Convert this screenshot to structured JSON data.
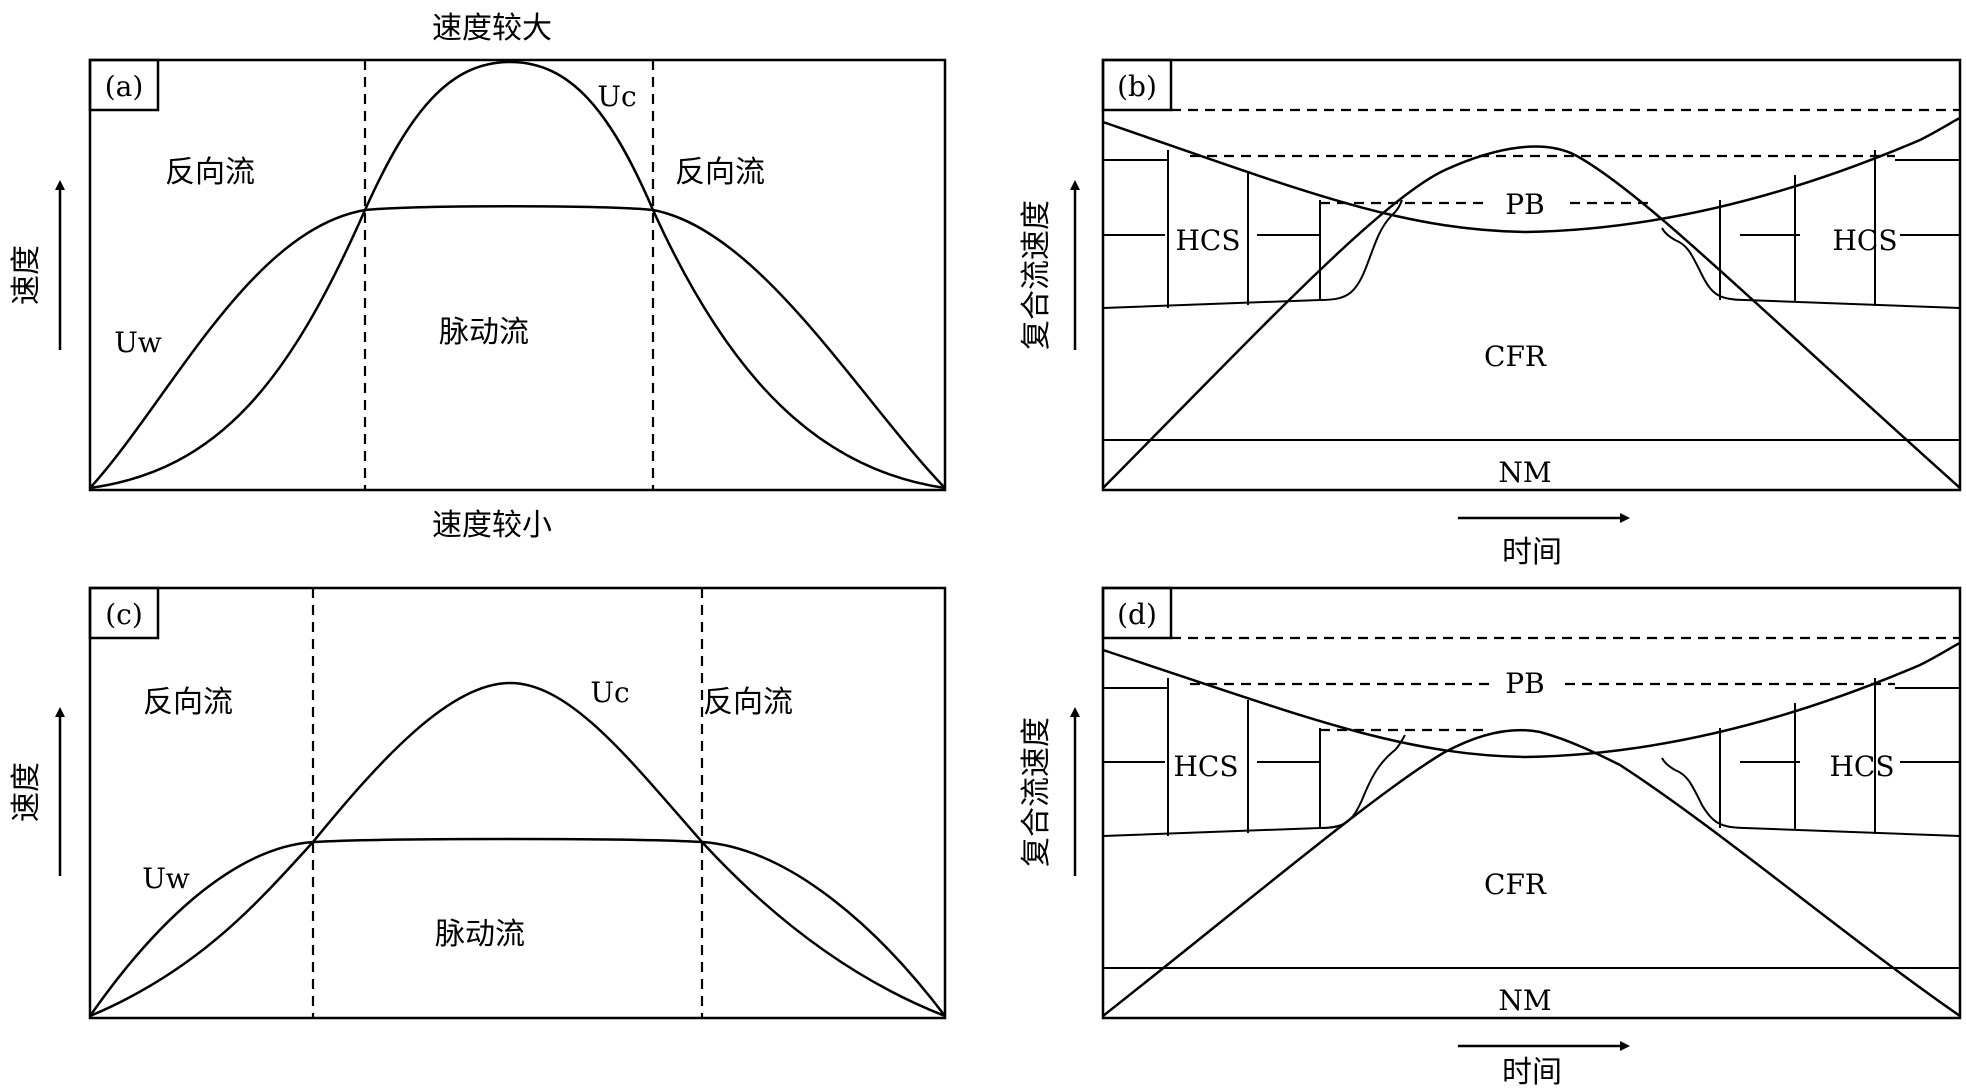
{
  "panel_a": {
    "tag": "(a)",
    "top_label": "速度较大",
    "bottom_label": "速度较小",
    "y_axis": "速度",
    "left_region": "反向流",
    "right_region": "反向流",
    "center_region": "脉动流",
    "curve_c": "Uc",
    "curve_w": "Uw"
  },
  "panel_b": {
    "tag": "(b)",
    "y_axis": "复合流速度",
    "x_axis": "时间",
    "pb": "PB",
    "hcs_left": "HCS",
    "hcs_right": "HCS",
    "cfr": "CFR",
    "nm": "NM"
  },
  "panel_c": {
    "tag": "(c)",
    "y_axis": "速度",
    "left_region": "反向流",
    "right_region": "反向流",
    "center_region": "脉动流",
    "curve_c": "Uc",
    "curve_w": "Uw"
  },
  "panel_d": {
    "tag": "(d)",
    "y_axis": "复合流速度",
    "x_axis": "时间",
    "pb": "PB",
    "hcs_left": "HCS",
    "hcs_right": "HCS",
    "cfr": "CFR",
    "nm": "NM"
  }
}
